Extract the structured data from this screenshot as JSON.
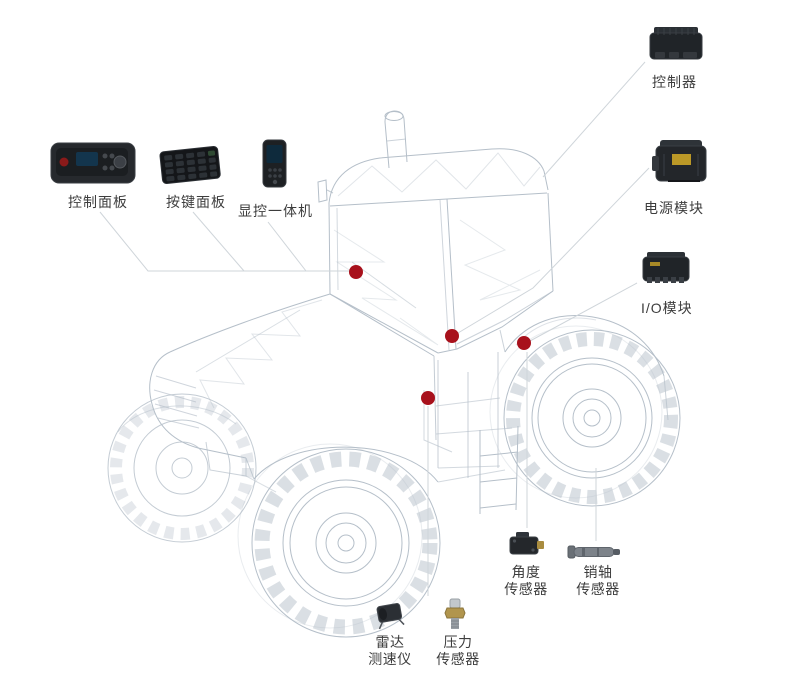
{
  "components": [
    {
      "id": "control-panel",
      "label": "控制面板"
    },
    {
      "id": "keypad-panel",
      "label": "按键面板"
    },
    {
      "id": "display-unit",
      "label": "显控一体机"
    },
    {
      "id": "controller",
      "label": "控制器"
    },
    {
      "id": "power-module",
      "label": "电源模块"
    },
    {
      "id": "io-module",
      "label": "I/O模块"
    },
    {
      "id": "angle-sensor",
      "line1": "角度",
      "line2": "传感器"
    },
    {
      "id": "pin-shaft-sensor",
      "line1": "销轴",
      "line2": "传感器"
    },
    {
      "id": "radar-speedometer",
      "line1": "雷达",
      "line2": "测速仪"
    },
    {
      "id": "pressure-sensor",
      "line1": "压力",
      "line2": "传感器"
    }
  ],
  "colors": {
    "hotspot_marker": "#a8111c",
    "connector_line": "#cfd5da",
    "wireframe": "#b5bfc9",
    "label_text": "#3d3d3d",
    "background": "#ffffff"
  }
}
